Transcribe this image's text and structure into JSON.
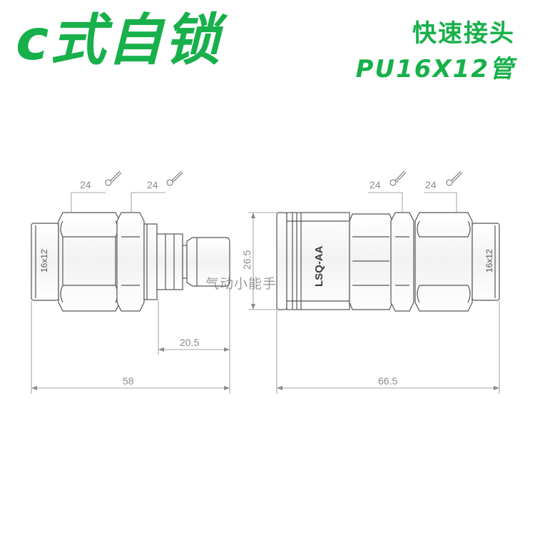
{
  "title": {
    "main": "c式自锁",
    "sub_line1": "快速接头",
    "sub_line2": "PU16X12管"
  },
  "left_fitting": {
    "wrench_1": "24",
    "wrench_2": "24",
    "tube_label": "16x12",
    "plug_length": "20.5",
    "overall_length": "58"
  },
  "right_fitting": {
    "wrench_1": "24",
    "wrench_2": "24",
    "tube_label": "16x12",
    "model_mark": "LSQ-AA",
    "height": "26.5",
    "overall_length": "66.5"
  },
  "watermark": "气动小能手",
  "colors": {
    "title_green": "#17b04a",
    "line_gray": "#555555",
    "dim_gray": "#8a8a8a"
  },
  "icons": [
    "wrench-icon"
  ]
}
